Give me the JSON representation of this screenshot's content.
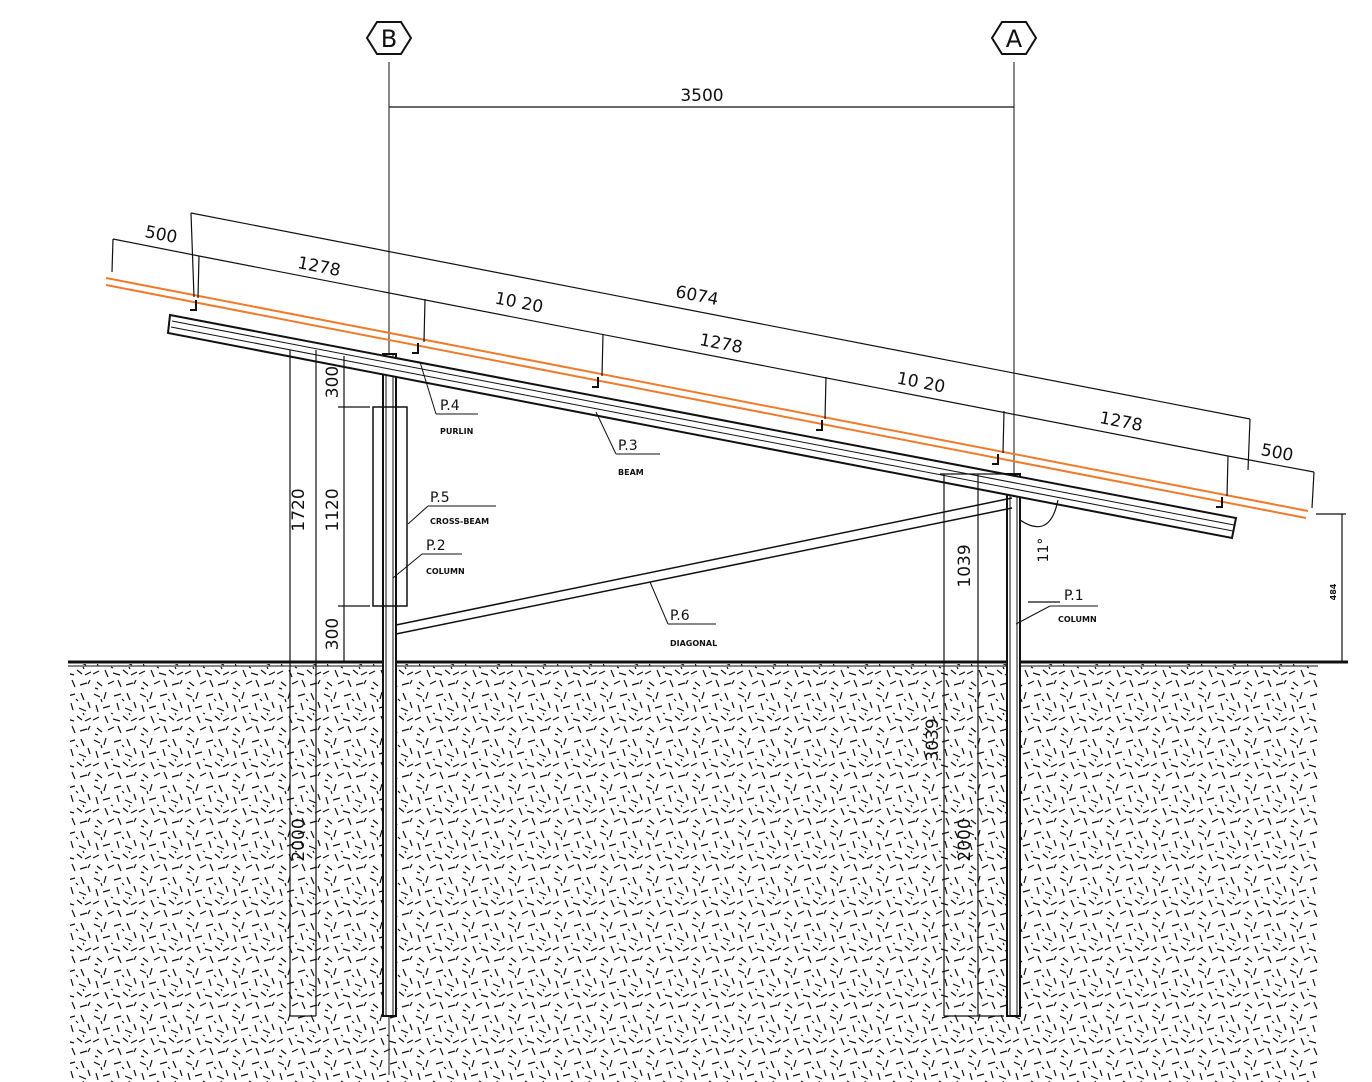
{
  "axes": {
    "b": "B",
    "a": "A"
  },
  "dimensions": {
    "span": "3500",
    "total_length": "6074",
    "overhang_left": "500",
    "overhang_right": "500",
    "seg_1": "1278",
    "seg_2": "10 20",
    "seg_3": "1278",
    "seg_4": "10 20",
    "seg_5": "1278",
    "rear_height": "1720",
    "rear_top": "300",
    "rear_mid": "1120",
    "rear_bottom": "300",
    "front_height": "1039",
    "rear_embed": "2000",
    "front_embed": "2000",
    "front_total": "3039",
    "angle": "11°",
    "front_clearance": "484"
  },
  "parts": [
    {
      "id": "P.4",
      "name": "PURLIN"
    },
    {
      "id": "P.3",
      "name": "BEAM"
    },
    {
      "id": "P.5",
      "name": "CROSS-BEAM"
    },
    {
      "id": "P.2",
      "name": "COLUMN"
    },
    {
      "id": "P.6",
      "name": "DIAGONAL"
    },
    {
      "id": "P.1",
      "name": "COLUMN"
    }
  ],
  "colors": {
    "line": "#111111",
    "panel": "#f07a2a",
    "background": "#ffffff"
  }
}
